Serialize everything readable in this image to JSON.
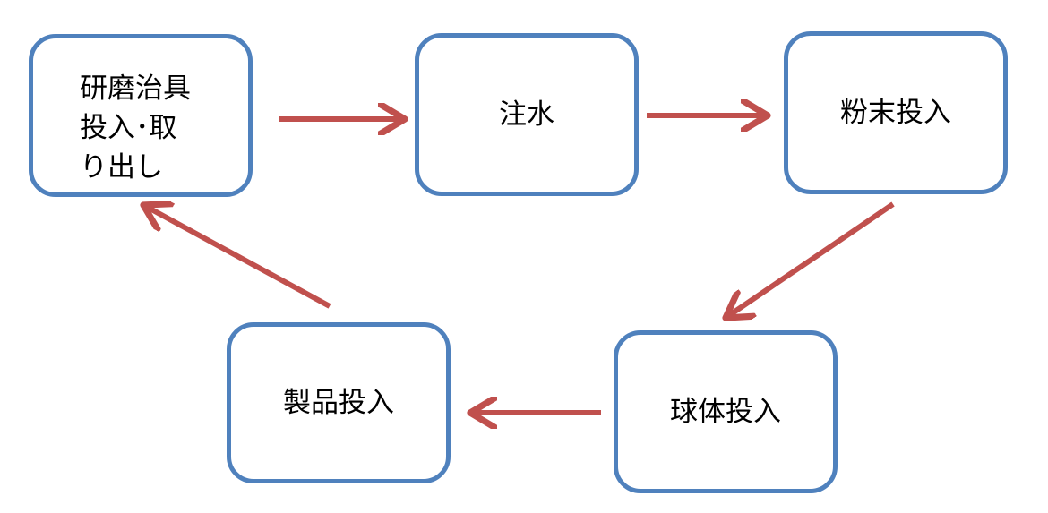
{
  "diagram": {
    "nodes": [
      {
        "id": "jig",
        "label": "研磨治具\n投入･取\nり出し"
      },
      {
        "id": "water",
        "label": "注水"
      },
      {
        "id": "powder",
        "label": "粉末投入"
      },
      {
        "id": "sphere",
        "label": "球体投入"
      },
      {
        "id": "product",
        "label": "製品投入"
      }
    ],
    "edges": [
      {
        "from": "jig",
        "to": "water"
      },
      {
        "from": "water",
        "to": "powder"
      },
      {
        "from": "powder",
        "to": "sphere"
      },
      {
        "from": "sphere",
        "to": "product"
      },
      {
        "from": "product",
        "to": "jig"
      }
    ],
    "colors": {
      "node_border": "#4f81bd",
      "arrow": "#c0504d"
    }
  }
}
